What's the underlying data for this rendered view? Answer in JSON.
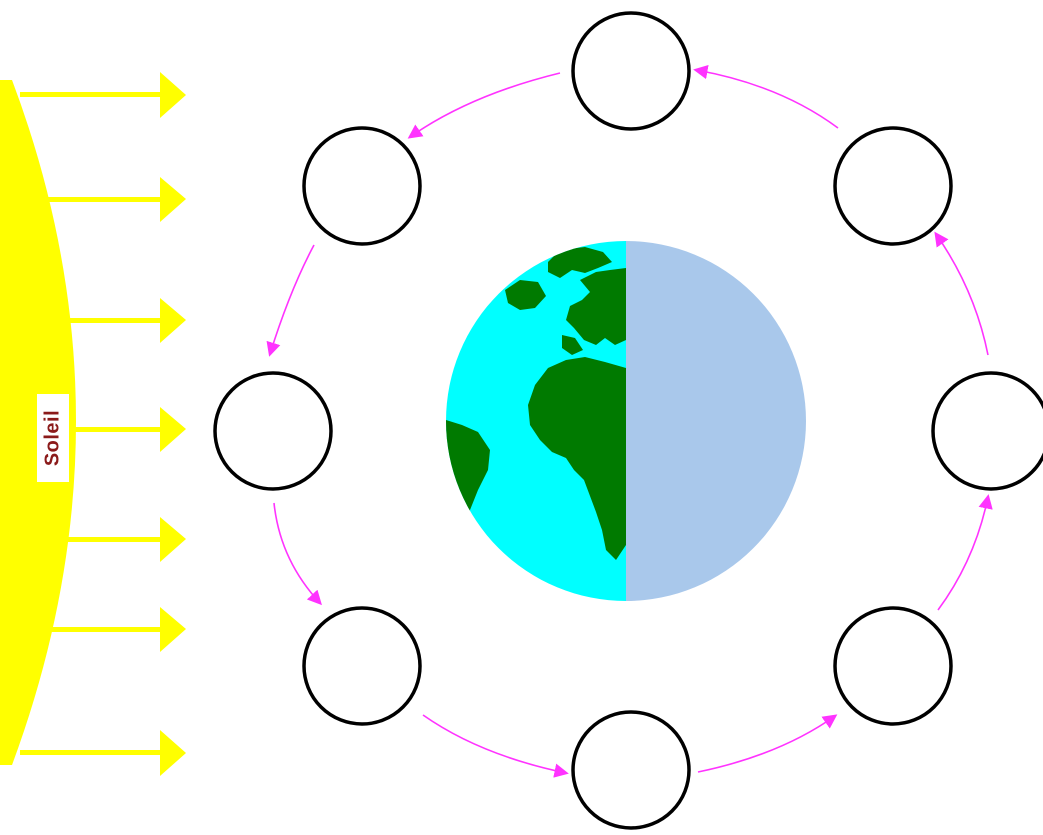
{
  "sun": {
    "label": "Soleil",
    "color": "#ffff00",
    "label_color": "#8b1a1a"
  },
  "colors": {
    "rays": "#ffff00",
    "orbit_arrows": "#ff33ff",
    "ocean": "#00ffff",
    "land": "#007a00",
    "night_side": "#a9c8eb",
    "moon_outline": "#000000",
    "moon_fill": "#ffffff"
  },
  "moon_positions": [
    "top",
    "top-right",
    "right",
    "bottom-right",
    "bottom",
    "bottom-left",
    "left",
    "top-left"
  ],
  "orbit_direction": "counterclockwise"
}
